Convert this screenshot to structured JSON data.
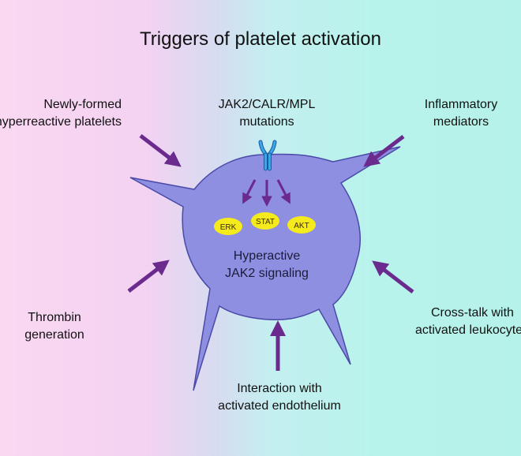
{
  "title": "Triggers of platelet activation",
  "center": {
    "label_line1": "Hyperactive",
    "label_line2": "JAK2 signaling",
    "pathways": [
      "ERK",
      "STAT",
      "AKT"
    ]
  },
  "triggers": {
    "top_left": [
      "Newly-formed",
      "hyperreactive platelets"
    ],
    "top_center": [
      "JAK2/CALR/MPL",
      "mutations"
    ],
    "top_right": [
      "Inflammatory",
      "mediators"
    ],
    "mid_left": [
      "Thrombin",
      "generation"
    ],
    "mid_right": [
      "Cross-talk with",
      "activated leukocytes"
    ],
    "bottom": [
      "Interaction with",
      "activated endothelium"
    ]
  },
  "colors": {
    "platelet_fill": "#8e8fe0",
    "platelet_stroke": "#4a4aa8",
    "arrow": "#6a2a8e",
    "pathway_fill": "#f5eb1c",
    "receptor": "#3aa8e8"
  }
}
